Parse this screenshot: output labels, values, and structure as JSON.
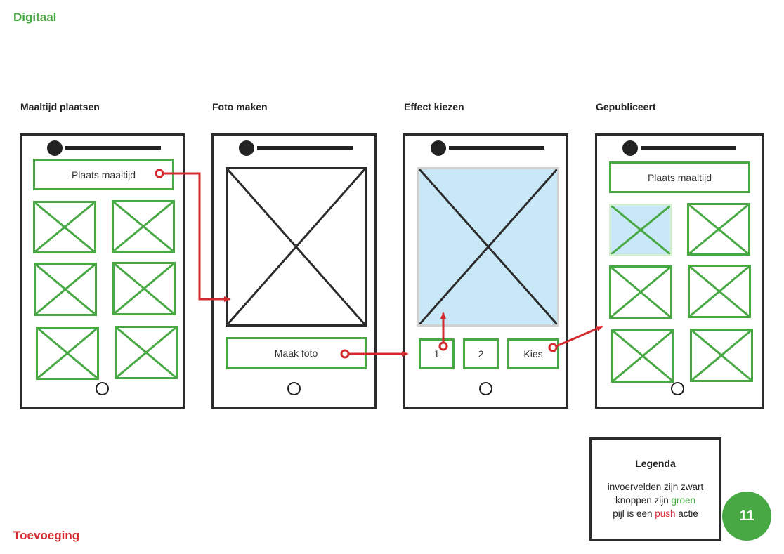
{
  "sections": {
    "top": "Digitaal",
    "bottom": "Toevoeging"
  },
  "screens": [
    {
      "title": "Maaltijd plaatsen",
      "button": "Plaats maaltijd"
    },
    {
      "title": "Foto maken",
      "button": "Maak foto"
    },
    {
      "title": "Effect kiezen",
      "buttons": [
        "1",
        "2",
        "Kies"
      ]
    },
    {
      "title": "Gepubliceert",
      "button": "Plaats maaltijd"
    }
  ],
  "legend": {
    "title": "Legenda",
    "line1": "invoervelden zijn zwart",
    "line2_prefix": "knoppen zijn ",
    "line2_colored": "groen",
    "line3_prefix": "pijl is een ",
    "line3_colored": "push",
    "line3_suffix": " actie"
  },
  "page_number": "11",
  "colors": {
    "button_green": "#48a843",
    "arrow_red": "#d42a2f",
    "input_black": "#2b2b2b",
    "image_highlight": "#c9e8f7"
  }
}
